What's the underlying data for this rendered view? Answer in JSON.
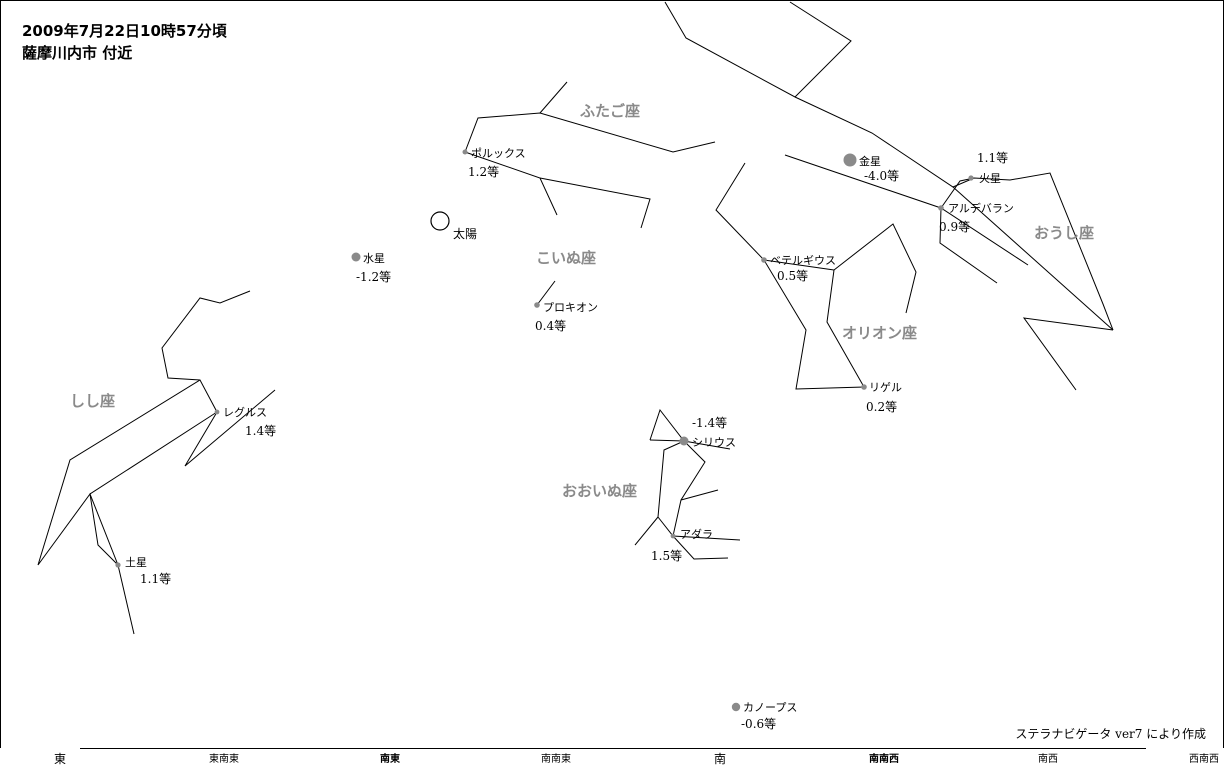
{
  "header": {
    "datetime": "2009年7月22日10時57分頃",
    "location": "薩摩川内市 付近"
  },
  "credit": "ステラナビゲータ ver7 により作成",
  "colors": {
    "planet": "#8a8a8a",
    "constellation_label": "#8a8a8a",
    "line": "#000000"
  },
  "constellations": [
    {
      "name": "ふたご座"
    },
    {
      "name": "こいぬ座"
    },
    {
      "name": "オリオン座"
    },
    {
      "name": "おうし座"
    },
    {
      "name": "しし座"
    },
    {
      "name": "おおいぬ座"
    }
  ],
  "objects": [
    {
      "name": "ポルックス",
      "mag": "1.2等"
    },
    {
      "name": "太陽"
    },
    {
      "name": "水星",
      "mag": "-1.2等"
    },
    {
      "name": "プロキオン",
      "mag": "0.4等"
    },
    {
      "name": "金星",
      "mag": "-4.0等"
    },
    {
      "name": "火星",
      "mag": "1.1等"
    },
    {
      "name": "アルデバラン",
      "mag": "0.9等"
    },
    {
      "name": "ベテルギウス",
      "mag": "0.5等"
    },
    {
      "name": "リゲル",
      "mag": "0.2等"
    },
    {
      "name": "シリウス",
      "mag": "-1.4等"
    },
    {
      "name": "アダラ",
      "mag": "1.5等"
    },
    {
      "name": "レグルス",
      "mag": "1.4等"
    },
    {
      "name": "土星",
      "mag": "1.1等"
    },
    {
      "name": "カノープス",
      "mag": "-0.6等"
    }
  ],
  "directions": [
    "東",
    "東南東",
    "南東",
    "南南東",
    "南",
    "南南西",
    "南西",
    "西南西"
  ]
}
